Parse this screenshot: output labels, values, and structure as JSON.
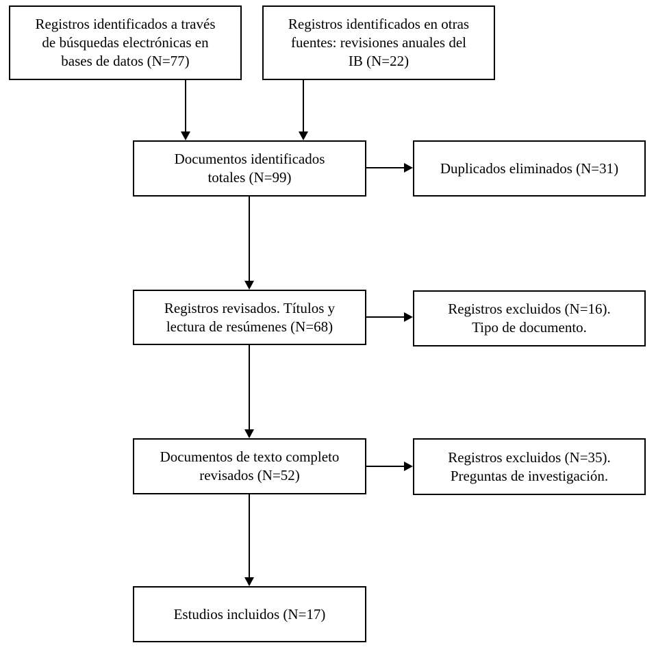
{
  "diagram": {
    "kind": "prisma-flowchart",
    "background_color": "#ffffff",
    "line_color": "#000000",
    "boxes": {
      "identified_databases": {
        "lines": [
          "Registros identificados a través",
          "de búsquedas electrónicas en",
          "bases de datos (N=77)"
        ],
        "n": 77
      },
      "identified_other_sources": {
        "lines": [
          "Registros identificados en otras",
          "fuentes: revisiones anuales del",
          "IB (N=22)"
        ],
        "n": 22
      },
      "total_identified": {
        "lines": [
          "Documentos identificados",
          "totales (N=99)"
        ],
        "n": 99
      },
      "duplicates_removed": {
        "lines": [
          "Duplicados eliminados (N=31)"
        ],
        "n": 31
      },
      "records_screened": {
        "lines": [
          "Registros revisados. Títulos y",
          "lectura de resúmenes (N=68)"
        ],
        "n": 68
      },
      "excluded_document_type": {
        "lines": [
          "Registros excluidos (N=16).",
          "Tipo de documento."
        ],
        "n": 16
      },
      "fulltext_reviewed": {
        "lines": [
          "Documentos de texto completo",
          "revisados (N=52)"
        ],
        "n": 52
      },
      "excluded_research_questions": {
        "lines": [
          "Registros excluidos (N=35).",
          "Preguntas de investigación."
        ],
        "n": 35
      },
      "studies_included": {
        "lines": [
          "Estudios incluidos (N=17)"
        ],
        "n": 17
      }
    },
    "connections": [
      {
        "from": "identified_databases",
        "to": "total_identified",
        "direction": "down"
      },
      {
        "from": "identified_other_sources",
        "to": "total_identified",
        "direction": "down"
      },
      {
        "from": "total_identified",
        "to": "duplicates_removed",
        "direction": "right"
      },
      {
        "from": "total_identified",
        "to": "records_screened",
        "direction": "down"
      },
      {
        "from": "records_screened",
        "to": "excluded_document_type",
        "direction": "right"
      },
      {
        "from": "records_screened",
        "to": "fulltext_reviewed",
        "direction": "down"
      },
      {
        "from": "fulltext_reviewed",
        "to": "excluded_research_questions",
        "direction": "right"
      },
      {
        "from": "fulltext_reviewed",
        "to": "studies_included",
        "direction": "down"
      }
    ]
  }
}
